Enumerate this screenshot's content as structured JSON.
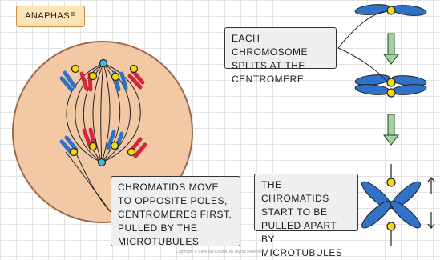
{
  "title": "ANAPHASE",
  "callouts": {
    "chromosome_split": "EACH CHROMOSOME SPLITS AT THE CENTROMERE",
    "chromatids_move": "CHROMATIDS MOVE TO OPPOSITE POLES, CENTROMERES FIRST, PULLED BY THE MICROTUBULES",
    "pulled_apart": "THE CHROMATIDS START TO BE PULLED APART BY MICROTUBULES"
  },
  "copyright": "Copyright © Save My Exams. All Rights Reserved",
  "colors": {
    "cell_fill": "#f3c9a5",
    "cell_outline": "#9a6a4e",
    "chromatid_blue": "#2f72c8",
    "chromatid_red": "#d3273b",
    "centromere": "#f5d90f",
    "pole": "#43b7e0",
    "arrow_green": "#9bd79b",
    "title_fill": "#fde3b6"
  }
}
